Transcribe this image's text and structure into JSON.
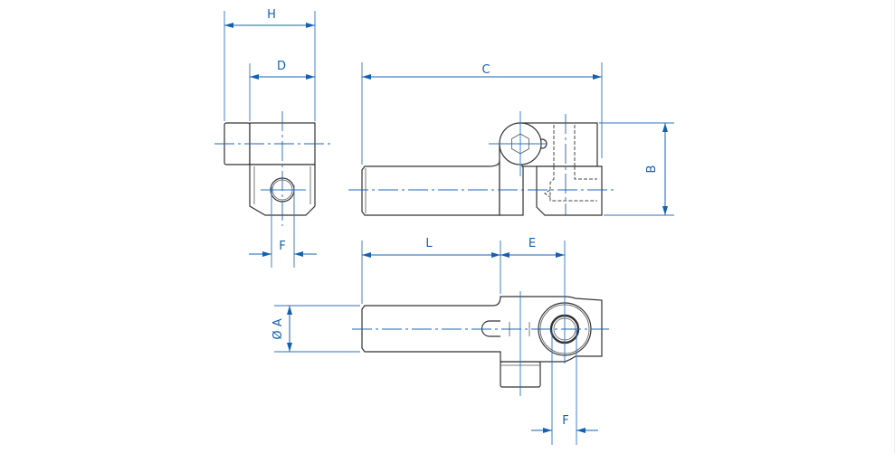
{
  "drawing": {
    "dimensions": {
      "H": "H",
      "D": "D",
      "C": "C",
      "B": "B",
      "F_top": "F",
      "L": "L",
      "E": "E",
      "F_bottom": "F",
      "A": "Ø A"
    },
    "colors": {
      "dimension": "#1560b0",
      "outline": "#333333"
    }
  }
}
